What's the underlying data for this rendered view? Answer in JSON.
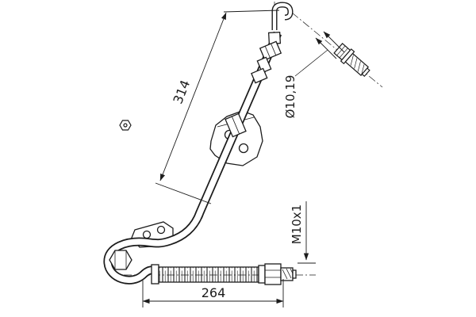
{
  "page": {
    "background": "#ffffff"
  },
  "drawing": {
    "kind": "brake-hose-assembly-technical-drawing",
    "line_color": "#1c1c1c"
  },
  "labels": {
    "length_overall": "314",
    "hose_diameter": "Ø10,19",
    "thread": "M10x1",
    "sleeve_length": "264"
  }
}
